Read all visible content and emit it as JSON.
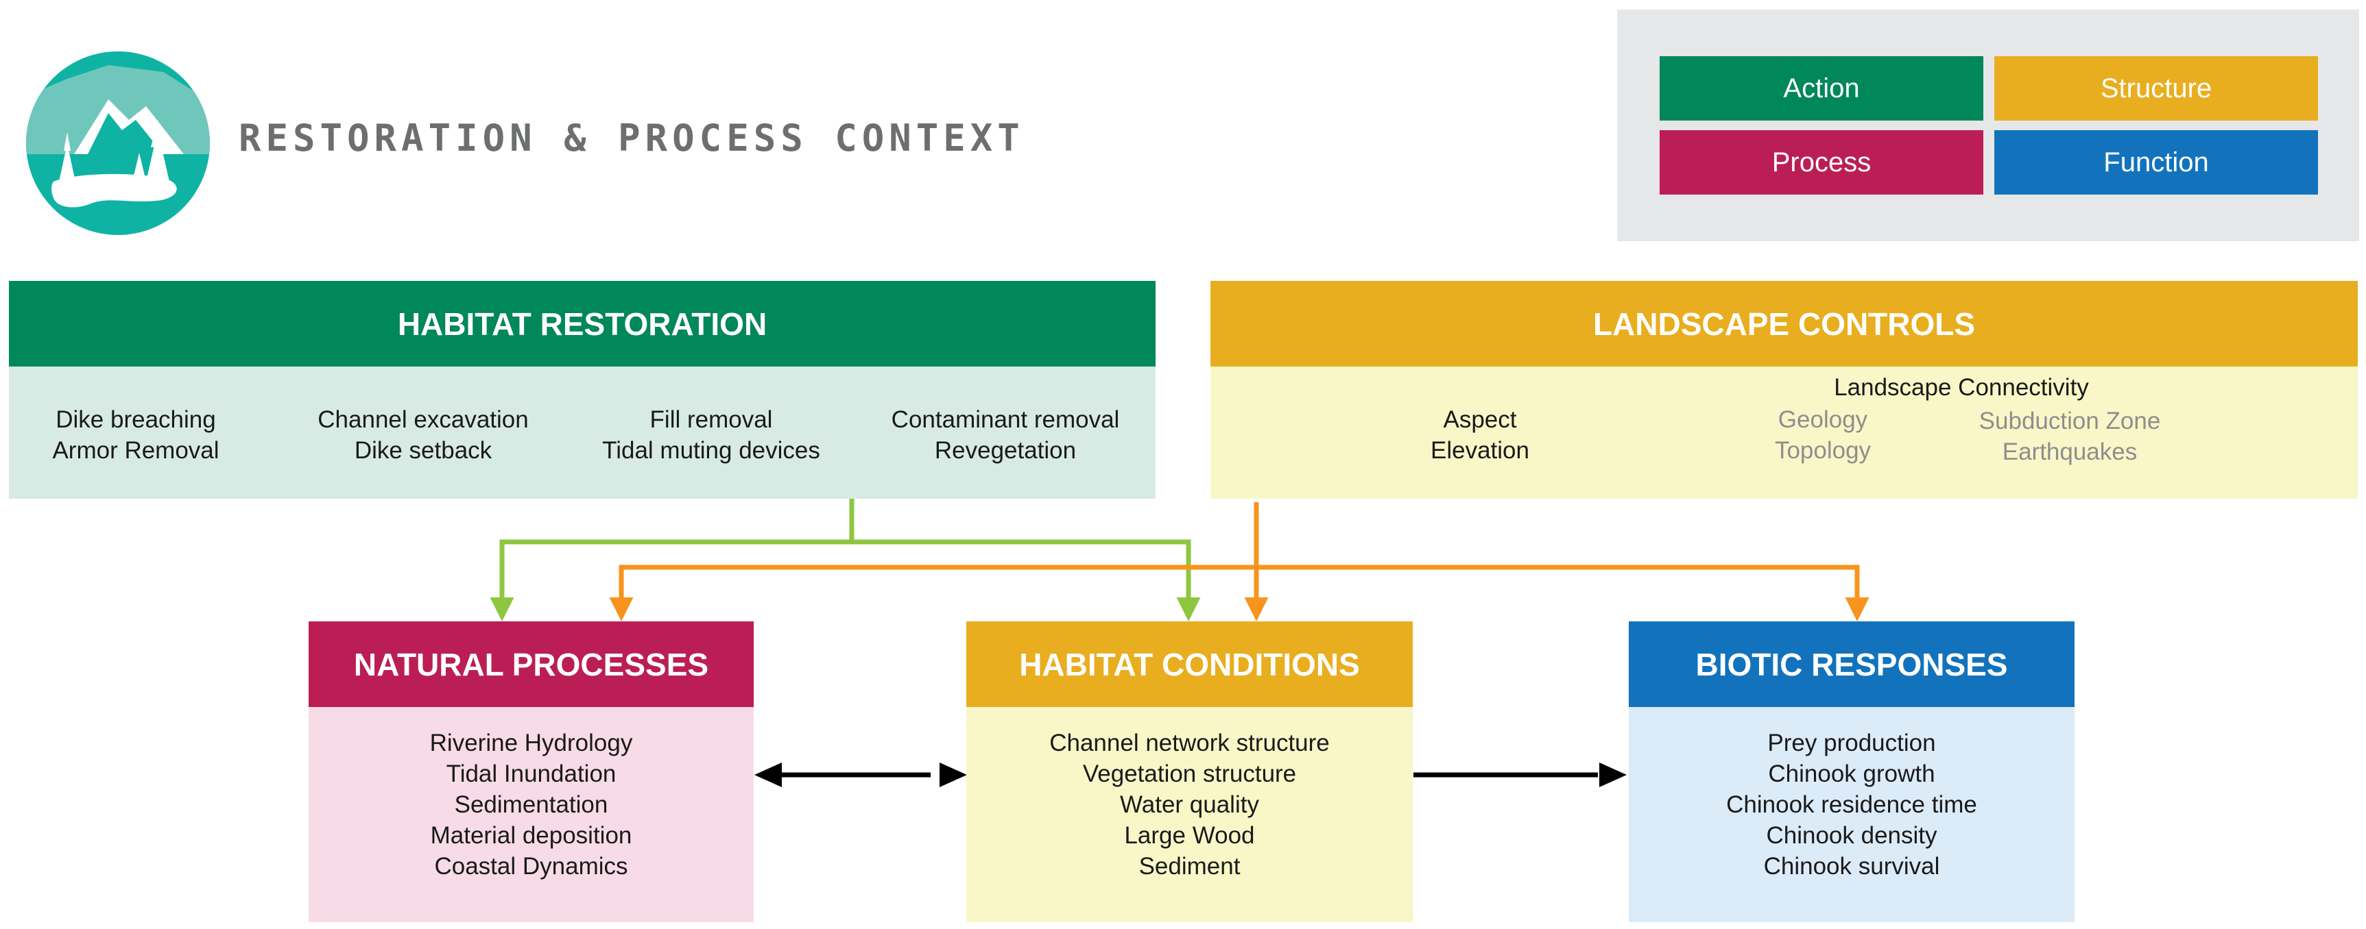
{
  "page_title": "RESTORATION & PROCESS CONTEXT",
  "logo_icon": "estuary-mountains-trees-icon",
  "colors": {
    "action": "#00875a",
    "structure": "#e8ae1f",
    "process": "#bb1e55",
    "function": "#1273bc",
    "action_light": "#d7ebe4",
    "structure_light": "#f9f7c7",
    "process_light": "#f7dbe6",
    "function_light": "#dcebf8",
    "green_arrow": "#8dc63f",
    "orange_arrow": "#f7941d"
  },
  "legend": {
    "action": "Action",
    "structure": "Structure",
    "process": "Process",
    "function": "Function"
  },
  "habitat_restoration": {
    "title": "HABITAT RESTORATION",
    "columns": [
      [
        "Dike breaching",
        "Armor Removal"
      ],
      [
        "Channel excavation",
        "Dike setback"
      ],
      [
        "Fill removal",
        "Tidal muting devices"
      ],
      [
        "Contaminant removal",
        "Revegetation"
      ]
    ]
  },
  "landscape_controls": {
    "title": "LANDSCAPE CONTROLS",
    "connectivity": "Landscape Connectivity",
    "columns": [
      [
        "Aspect",
        "Elevation"
      ],
      [
        "Geology",
        "Topology"
      ],
      [
        "Subduction Zone",
        "Earthquakes"
      ]
    ]
  },
  "natural_processes": {
    "title": "NATURAL PROCESSES",
    "items": [
      "Riverine Hydrology",
      "Tidal Inundation",
      "Sedimentation",
      "Material deposition",
      "Coastal Dynamics"
    ]
  },
  "habitat_conditions": {
    "title": "HABITAT CONDITIONS",
    "items": [
      "Channel network structure",
      "Vegetation structure",
      "Water quality",
      "Large Wood",
      "Sediment"
    ]
  },
  "biotic_responses": {
    "title": "BIOTIC RESPONSES",
    "items": [
      "Prey production",
      "Chinook growth",
      "Chinook residence time",
      "Chinook density",
      "Chinook survival"
    ]
  }
}
